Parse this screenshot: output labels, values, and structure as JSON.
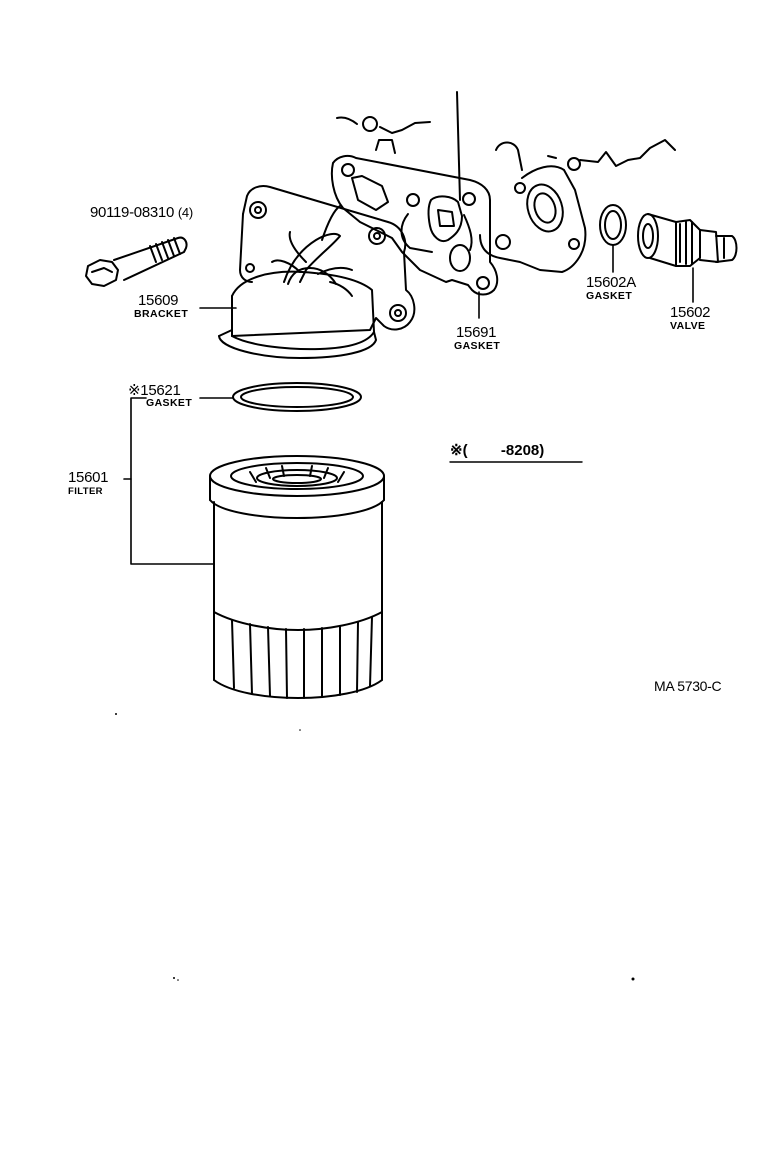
{
  "colors": {
    "ink": "#000000",
    "paper": "#ffffff"
  },
  "parts": {
    "bolt": {
      "number": "90119-08310",
      "qty": "(4)"
    },
    "bracket": {
      "number": "15609",
      "name": "BRACKET"
    },
    "bracket_gasket": {
      "number": "15691",
      "name": "GASKET"
    },
    "valve_gasket": {
      "number": "15602A",
      "name": "GASKET"
    },
    "valve": {
      "number": "15602",
      "name": "VALVE"
    },
    "filter_gasket": {
      "mark": "※",
      "number": "15621",
      "name": "GASKET"
    },
    "filter": {
      "number": "15601",
      "name": "FILTER"
    }
  },
  "note": {
    "mark": "※",
    "text": "(        -8208)"
  },
  "diagram_code": "MA 5730-C",
  "icons": [
    "engine-block-outline",
    "bracket-gasket-icon",
    "bolt-icon",
    "bracket-icon",
    "valve-gasket-ring-icon",
    "relief-valve-icon",
    "filter-gasket-ring-icon",
    "oil-filter-icon"
  ]
}
